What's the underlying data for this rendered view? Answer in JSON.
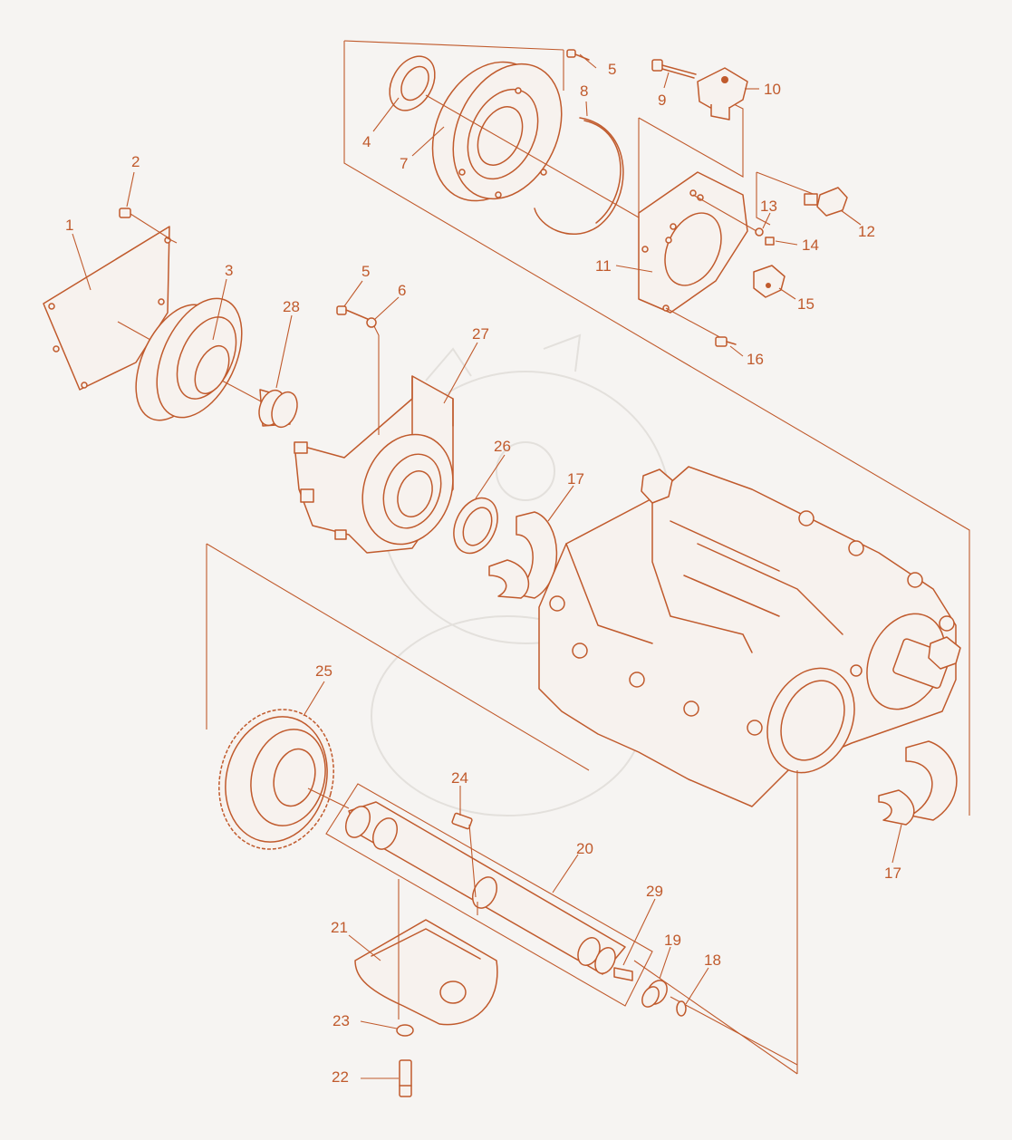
{
  "colors": {
    "line": "#c05a2c",
    "background": "#f6f4f2",
    "watermark": "#e3e0dc"
  },
  "callouts": [
    {
      "id": "c1",
      "text": "1"
    },
    {
      "id": "c2",
      "text": "2"
    },
    {
      "id": "c3",
      "text": "3"
    },
    {
      "id": "c4",
      "text": "4"
    },
    {
      "id": "c5a",
      "text": "5"
    },
    {
      "id": "c5b",
      "text": "5"
    },
    {
      "id": "c6",
      "text": "6"
    },
    {
      "id": "c7",
      "text": "7"
    },
    {
      "id": "c8",
      "text": "8"
    },
    {
      "id": "c9",
      "text": "9"
    },
    {
      "id": "c10",
      "text": "10"
    },
    {
      "id": "c11",
      "text": "11"
    },
    {
      "id": "c12",
      "text": "12"
    },
    {
      "id": "c13",
      "text": "13"
    },
    {
      "id": "c14",
      "text": "14"
    },
    {
      "id": "c15",
      "text": "15"
    },
    {
      "id": "c16",
      "text": "16"
    },
    {
      "id": "c17a",
      "text": "17"
    },
    {
      "id": "c17b",
      "text": "17"
    },
    {
      "id": "c18",
      "text": "18"
    },
    {
      "id": "c19",
      "text": "19"
    },
    {
      "id": "c20",
      "text": "20"
    },
    {
      "id": "c21",
      "text": "21"
    },
    {
      "id": "c22",
      "text": "22"
    },
    {
      "id": "c23",
      "text": "23"
    },
    {
      "id": "c24",
      "text": "24"
    },
    {
      "id": "c25",
      "text": "25"
    },
    {
      "id": "c26",
      "text": "26"
    },
    {
      "id": "c27",
      "text": "27"
    },
    {
      "id": "c28",
      "text": "28"
    },
    {
      "id": "c29",
      "text": "29"
    }
  ]
}
